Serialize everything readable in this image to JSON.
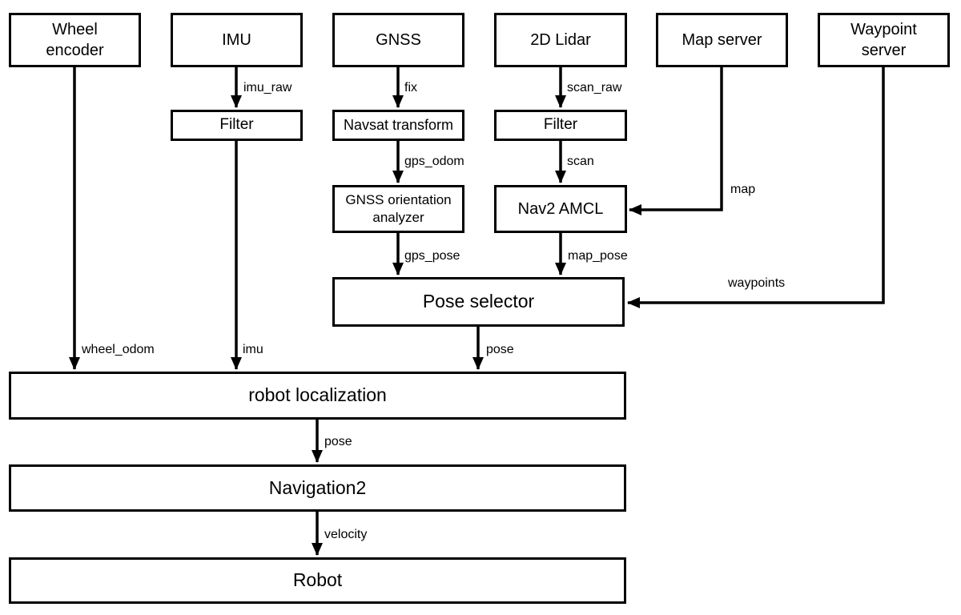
{
  "nodes": {
    "wheel_encoder": {
      "label": "Wheel\nencoder"
    },
    "imu": {
      "label": "IMU"
    },
    "gnss": {
      "label": "GNSS"
    },
    "lidar_2d": {
      "label": "2D Lidar"
    },
    "map_server": {
      "label": "Map server"
    },
    "waypoint_server": {
      "label": "Waypoint\nserver"
    },
    "imu_filter": {
      "label": "Filter"
    },
    "navsat_transform": {
      "label": "Navsat transform"
    },
    "scan_filter": {
      "label": "Filter"
    },
    "gnss_orientation_analyzer": {
      "label": "GNSS orientation\nanalyzer"
    },
    "nav2_amcl": {
      "label": "Nav2 AMCL"
    },
    "pose_selector": {
      "label": "Pose selector"
    },
    "robot_localization": {
      "label": "robot localization"
    },
    "navigation2": {
      "label": "Navigation2"
    },
    "robot": {
      "label": "Robot"
    }
  },
  "edges": {
    "imu_raw": {
      "label": "imu_raw"
    },
    "fix": {
      "label": "fix"
    },
    "scan_raw": {
      "label": "scan_raw"
    },
    "gps_odom": {
      "label": "gps_odom"
    },
    "scan": {
      "label": "scan"
    },
    "map": {
      "label": "map"
    },
    "gps_pose": {
      "label": "gps_pose"
    },
    "map_pose": {
      "label": "map_pose"
    },
    "waypoints": {
      "label": "waypoints"
    },
    "wheel_odom": {
      "label": "wheel_odom"
    },
    "imu": {
      "label": "imu"
    },
    "pose_from_selector": {
      "label": "pose"
    },
    "pose_from_localization": {
      "label": "pose"
    },
    "velocity": {
      "label": "velocity"
    }
  },
  "colors": {
    "line": "#000000",
    "node_border": "#000000",
    "node_bg": "#ffffff",
    "text": "#000000",
    "background": "#ffffff"
  }
}
